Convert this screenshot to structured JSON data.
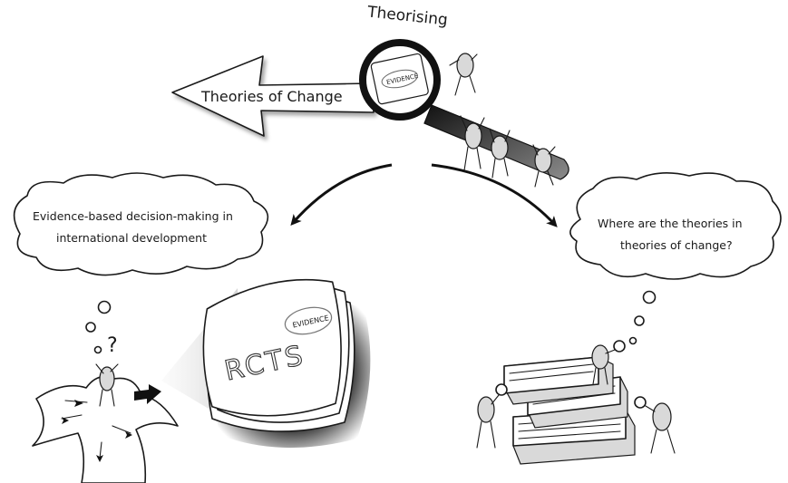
{
  "top": {
    "heading": "Theorising",
    "arrow_label": "Theories of Change",
    "lens_stamp": "EVIDENCE"
  },
  "left": {
    "cloud_line1": "Evidence-based decision-making in",
    "cloud_line2": "international development",
    "question_mark": "?",
    "papers_label": "RCTS",
    "papers_stamp": "EVIDENCE"
  },
  "right": {
    "cloud_line1": "Where are the theories in",
    "cloud_line2": "theories of change?"
  }
}
